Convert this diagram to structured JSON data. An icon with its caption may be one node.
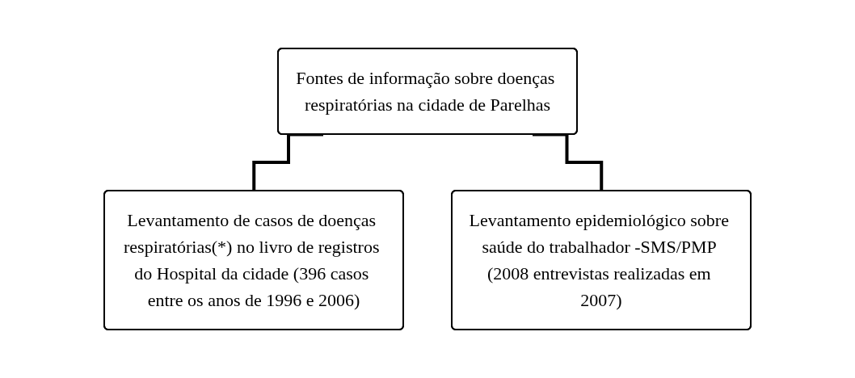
{
  "diagram": {
    "nodes": [
      {
        "text": [
          "Fontes de informação sobre doenças respiratórias na cidade de Parelhas"
        ]
      },
      {
        "text": [
          "Levantamento de casos de doenças respiratórias(*) no livro de registros do Hospital da cidade (396 casos entre os anos de 1996 e 2006)"
        ]
      },
      {
        "text": [
          "Levantamento epidemiológico sobre saúde do trabalhador -SMS/PMP (2008 entrevistas realizadas em 2007)"
        ]
      }
    ],
    "edges": [
      {
        "from": 0,
        "to": 1,
        "arrow": "none"
      },
      {
        "from": 0,
        "to": 2,
        "arrow": "none"
      }
    ]
  }
}
